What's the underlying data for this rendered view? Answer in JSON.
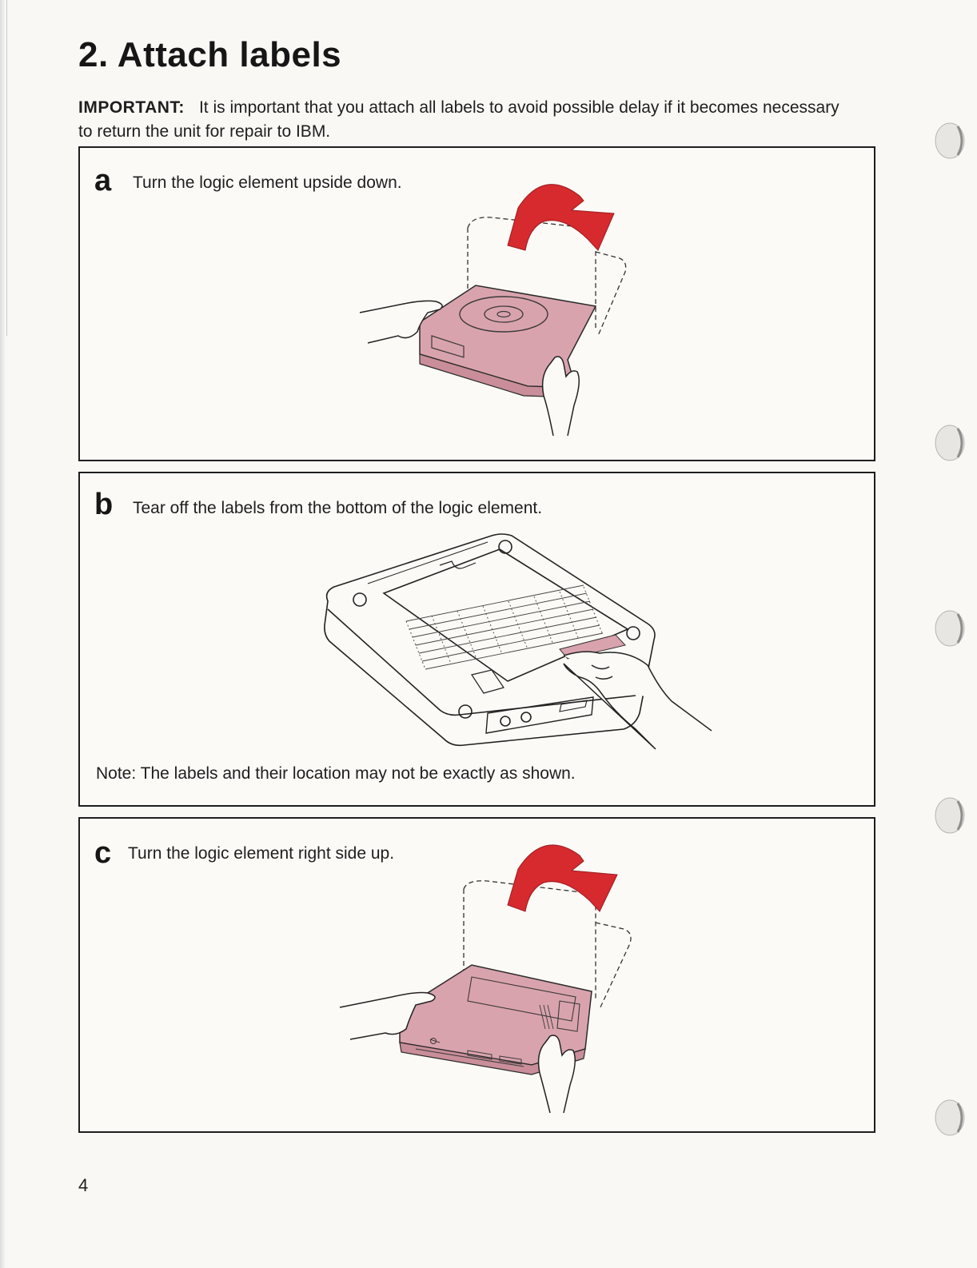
{
  "heading": "2. Attach labels",
  "important": {
    "label": "IMPORTANT:",
    "text": "It is important that you attach all labels to avoid possible delay if it becomes necessary to return the unit for repair to IBM."
  },
  "steps": [
    {
      "letter": "a",
      "text": "Turn the logic element upside down."
    },
    {
      "letter": "b",
      "text": "Tear off the labels from the bottom of the logic element."
    },
    {
      "letter": "c",
      "text": "Turn the logic element right side up."
    }
  ],
  "note": "Note: The labels and their location may not be exactly as shown.",
  "page_number": "4",
  "colors": {
    "arrow": "#d62a2e",
    "device": "#d9a3ad",
    "ink": "#1e1e1e"
  }
}
